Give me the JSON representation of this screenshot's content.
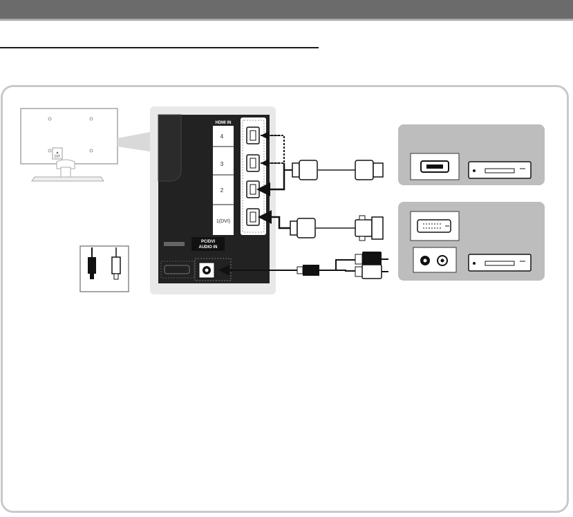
{
  "panel": {
    "hdmi_in_label": "HDMI IN",
    "ports": [
      "4",
      "3",
      "2",
      "1(DVI)"
    ],
    "audio_label_line1": "PC/DVI",
    "audio_label_line2": "AUDIO IN"
  },
  "tv_back": {
    "button_line1": "▲",
    "button_line2": "DIT"
  },
  "colors": {
    "header": "#6b6b6b",
    "frame": "#c9c9c9",
    "device_box": "#bdbdbd",
    "panel_bg": "#e8e8e8",
    "panel_dark": "#222222"
  }
}
